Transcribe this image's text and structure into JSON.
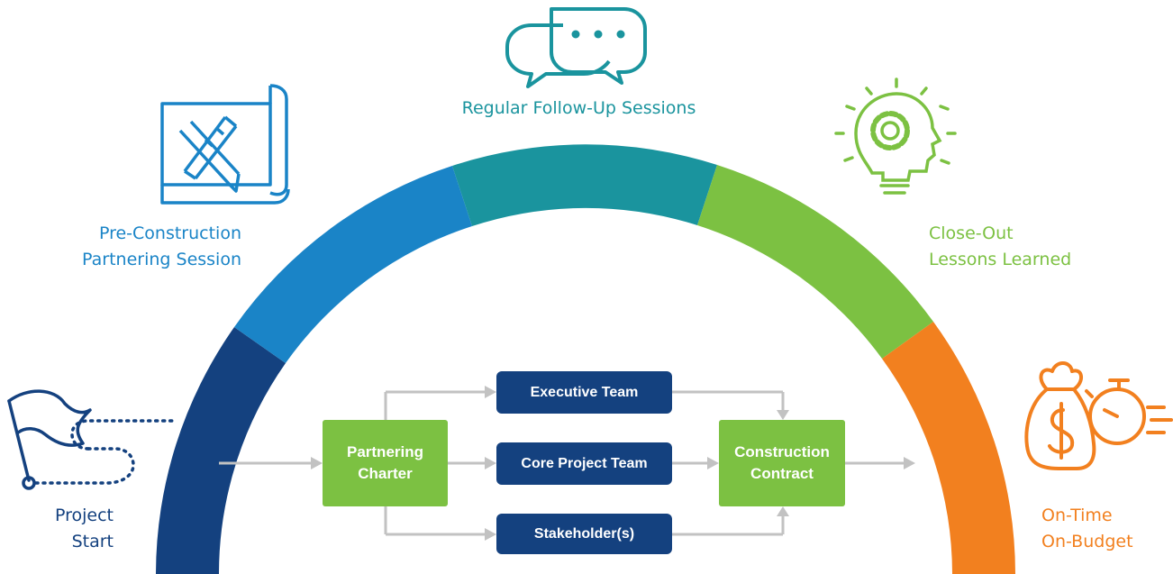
{
  "colors": {
    "navy": "#14417f",
    "blue": "#1a84c7",
    "teal": "#1a949e",
    "green": "#7cc142",
    "orange": "#f2801f",
    "connector_gray": "#c2c2c2"
  },
  "stages": [
    {
      "id": "project-start",
      "lines": [
        "Project",
        "Start"
      ],
      "icon": "flag-path-icon",
      "color": "#14417f"
    },
    {
      "id": "pre-construction",
      "lines": [
        "Pre-Construction",
        "Partnering Session"
      ],
      "icon": "blueprint-tools-icon",
      "color": "#1a84c7"
    },
    {
      "id": "follow-up",
      "lines": [
        "Regular Follow-Up Sessions"
      ],
      "icon": "speech-bubbles-icon",
      "color": "#1a949e"
    },
    {
      "id": "close-out",
      "lines": [
        "Close-Out",
        "Lessons Learned"
      ],
      "icon": "lightbulb-gear-icon",
      "color": "#7cc142"
    },
    {
      "id": "on-time",
      "lines": [
        "On-Time",
        "On-Budget"
      ],
      "icon": "money-bag-stopwatch-icon",
      "color": "#f2801f"
    }
  ],
  "flow": {
    "partnering_charter": [
      "Partnering",
      "Charter"
    ],
    "teams": [
      "Executive Team",
      "Core Project Team",
      "Stakeholder(s)"
    ],
    "construction_contract": [
      "Construction",
      "Contract"
    ]
  }
}
